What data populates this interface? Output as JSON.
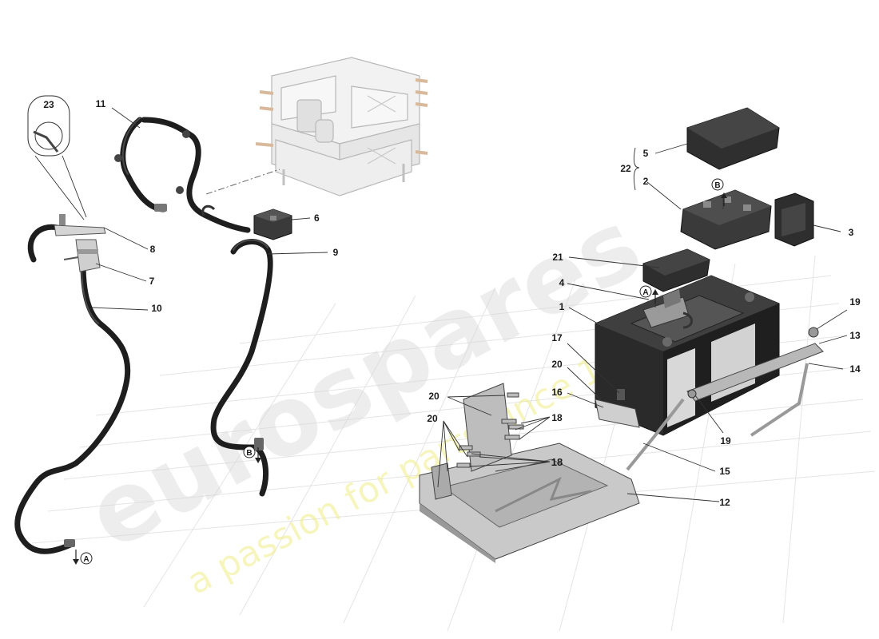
{
  "watermark": {
    "brand": "eurospares",
    "tagline": "a passion for parts since 1985"
  },
  "callouts": {
    "p1": "1",
    "p2": "2",
    "p3": "3",
    "p4": "4",
    "p5": "5",
    "p6": "6",
    "p7": "7",
    "p8": "8",
    "p9": "9",
    "p10": "10",
    "p11": "11",
    "p12": "12",
    "p13": "13",
    "p14": "14",
    "p15": "15",
    "p16": "16",
    "p17": "17",
    "p18a": "18",
    "p18b": "18",
    "p19a": "19",
    "p19b": "19",
    "p20a": "20",
    "p20b": "20",
    "p20c": "20",
    "p21": "21",
    "p22": "22",
    "p23": "23"
  },
  "ref_markers": {
    "a_bottom": "A",
    "a_battery": "A",
    "b_fusebox": "B",
    "b_cable": "B"
  }
}
